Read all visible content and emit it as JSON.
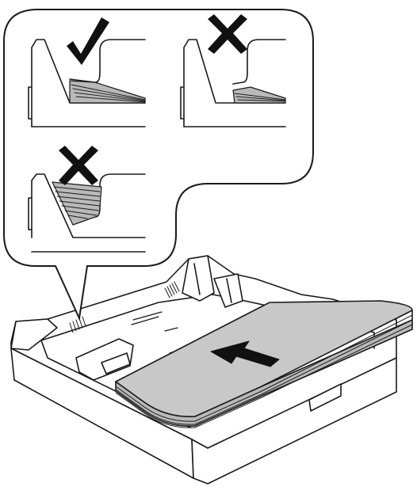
{
  "diagram": {
    "callout": {
      "panels": [
        {
          "id": "correct-fill",
          "status": "ok",
          "icon": "check-mark-icon"
        },
        {
          "id": "under-fill",
          "status": "wrong",
          "icon": "cross-mark-icon"
        },
        {
          "id": "over-fill",
          "status": "wrong",
          "icon": "cross-mark-icon"
        }
      ]
    },
    "tray": {
      "direction_icon": "push-arrow-icon"
    },
    "colors": {
      "line": "#1a1a1a",
      "paper_fill": "#c8c8c8",
      "paper_stack": "#b9b9b9",
      "tray_fill": "#ffffff",
      "background": "#ffffff"
    }
  }
}
